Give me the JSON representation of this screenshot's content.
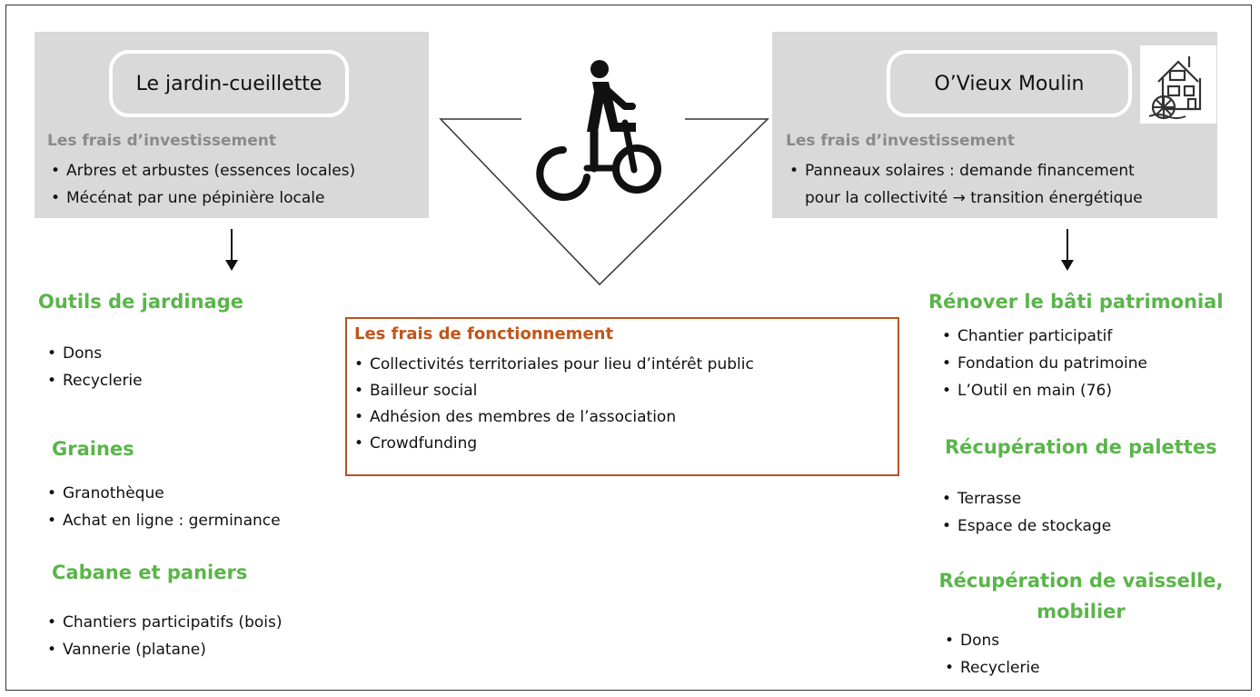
{
  "left_panel": {
    "title": "Le jardin-cueillette",
    "subtitle": "Les frais d’investissement",
    "items": [
      "Arbres et arbustes (essences locales)",
      "Mécénat par une pépinière locale"
    ]
  },
  "right_panel": {
    "title": "O’Vieux Moulin",
    "subtitle": "Les frais d’investissement",
    "items_line1": "Panneaux solaires : demande financement",
    "items_line2": "pour la collectivité → transition énergétique",
    "icon": "watermill-house-icon"
  },
  "center": {
    "icon": "cyclist-icon",
    "box_title": "Les frais de fonctionnement",
    "box_items": [
      "Collectivités territoriales pour lieu d’intérêt public",
      "Bailleur social",
      "Adhésion des membres de l’association",
      "Crowdfunding"
    ]
  },
  "left_sections": [
    {
      "title": "Outils de jardinage",
      "items": [
        "Dons",
        "Recyclerie"
      ]
    },
    {
      "title": "Graines",
      "items": [
        "Granothèque",
        "Achat en ligne : germinance"
      ]
    },
    {
      "title": "Cabane et paniers",
      "items": [
        "Chantiers participatifs (bois)",
        "Vannerie (platane)"
      ]
    }
  ],
  "right_sections": [
    {
      "title": "Rénover le bâti patrimonial",
      "items": [
        "Chantier participatif",
        "Fondation du patrimoine",
        "L’Outil en main (76)"
      ]
    },
    {
      "title": "Récupération de palettes",
      "items": [
        "Terrasse",
        "Espace de stockage"
      ]
    },
    {
      "title_line1": "Récupération de vaisselle,",
      "title_line2": "mobilier",
      "items": [
        "Dons",
        "Recyclerie"
      ]
    }
  ],
  "colors": {
    "panel_gray": "#d9d9d9",
    "section_green": "#5ab54a",
    "box_orange": "#c0561c",
    "subtitle_gray": "#8a8a8a"
  }
}
